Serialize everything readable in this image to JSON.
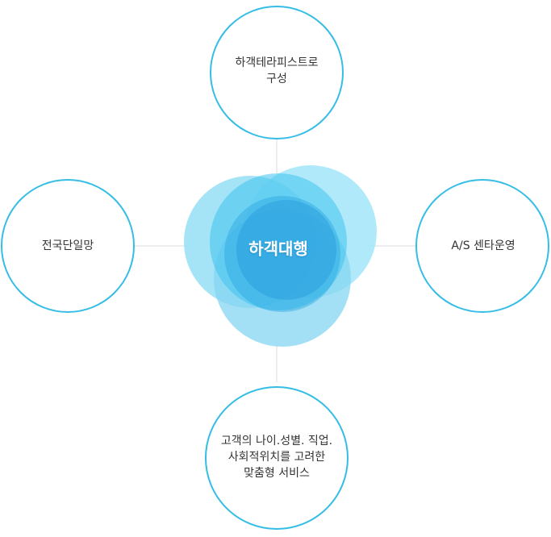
{
  "center": {
    "label": "하객대행"
  },
  "nodes": {
    "top": {
      "label": "하객테라피스트로\n구성"
    },
    "left": {
      "label": "전국단일망"
    },
    "right": {
      "label": "A/S 센타운영"
    },
    "bottom": {
      "label": "고객의 나이.성별. 직업.\n사회적위치를 고려한\n맞춤형 서비스"
    }
  },
  "colors": {
    "circle_border": "#35bde6",
    "connector": "#d8dde2",
    "bubble_light": "#a6e6f8",
    "bubble_dark": "#1a8fd6",
    "text": "#333333"
  }
}
